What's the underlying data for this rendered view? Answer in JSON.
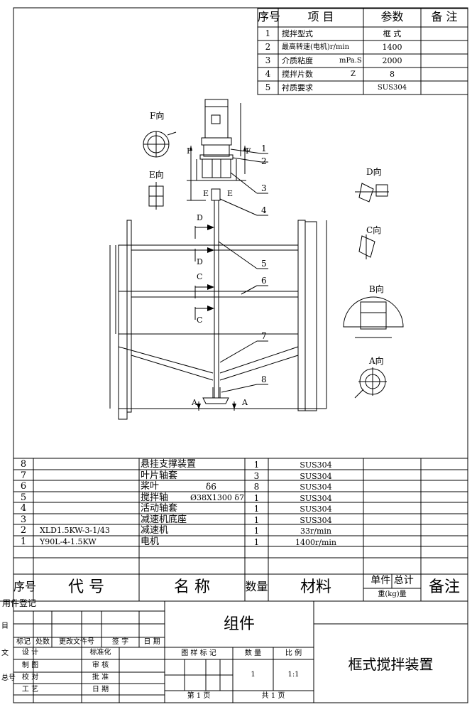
{
  "param_table": {
    "headers": {
      "seq": "序号",
      "item": "项 目",
      "param": "参数",
      "remark": "备 注"
    },
    "rows": [
      {
        "seq": "1",
        "item": "搅拌型式",
        "unit": "",
        "value": "框 式"
      },
      {
        "seq": "2",
        "item": "最高转速(电机)r/min",
        "unit": "",
        "value": "1400"
      },
      {
        "seq": "3",
        "item": "介质粘度",
        "unit": "mPa.S",
        "value": "2000"
      },
      {
        "seq": "4",
        "item": "搅拌片数",
        "unit": "Z",
        "value": "8"
      },
      {
        "seq": "5",
        "item": "衬质要求",
        "unit": "",
        "value": "SUS304"
      }
    ]
  },
  "views": {
    "f": "F向",
    "e": "E向",
    "d": "D向",
    "c": "C向",
    "b": "B向",
    "a": "A向",
    "tf": "F",
    "te": "E",
    "td": "D",
    "tc": "C",
    "ta": "A"
  },
  "leaders": [
    "1",
    "2",
    "3",
    "4",
    "5",
    "6",
    "7",
    "8"
  ],
  "bom": {
    "rows": [
      {
        "seq": "8",
        "code": "",
        "name": "悬挂支撑装置",
        "spec": "",
        "qty": "1",
        "material": "SUS304"
      },
      {
        "seq": "7",
        "code": "",
        "name": "叶片轴套",
        "spec": "",
        "qty": "3",
        "material": "SUS304"
      },
      {
        "seq": "6",
        "code": "",
        "name": "桨叶",
        "spec": "δ6",
        "qty": "8",
        "material": "SUS304"
      },
      {
        "seq": "5",
        "code": "",
        "name": "搅拌轴",
        "spec": "Ø38X1300 δ7",
        "qty": "1",
        "material": "SUS304"
      },
      {
        "seq": "4",
        "code": "",
        "name": "活动轴套",
        "spec": "",
        "qty": "1",
        "material": "SUS304"
      },
      {
        "seq": "3",
        "code": "",
        "name": "减速机底座",
        "spec": "",
        "qty": "1",
        "material": "SUS304"
      },
      {
        "seq": "2",
        "code": "XLD1.5KW-3-1/43",
        "name": "减速机",
        "spec": "",
        "qty": "1",
        "material": "33r/min"
      },
      {
        "seq": "1",
        "code": "Y90L-4-1.5KW",
        "name": "电机",
        "spec": "",
        "qty": "1",
        "material": "1400r/min"
      }
    ],
    "header": {
      "seq": "序号",
      "code": "代 号",
      "name": "名 称",
      "qty": "数量",
      "material": "材料",
      "unit_total": "单件 总计",
      "weight": "重(kg)量",
      "remark": "备注"
    }
  },
  "title_block": {
    "usage": "用件登记",
    "left_cut_1": "目",
    "left_cut_2": "文",
    "left_cut_3": "总号",
    "rev_headers": [
      "标记",
      "处数",
      "更改文件号",
      "签 字",
      "日 期"
    ],
    "roles_left": [
      "设 计",
      "制 图",
      "校 对",
      "工 艺"
    ],
    "roles_right": [
      "标准化",
      "审 核",
      "批 准",
      "日 期"
    ],
    "assembly": "组件",
    "pattern_mark": "图 样 标 记",
    "qty_label": "数 量",
    "scale_label": "比 例",
    "qty_value": "1",
    "scale_value": "1:1",
    "page": "第 1 页",
    "total": "共 1 页",
    "drawing_title": "框式搅拌装置"
  }
}
